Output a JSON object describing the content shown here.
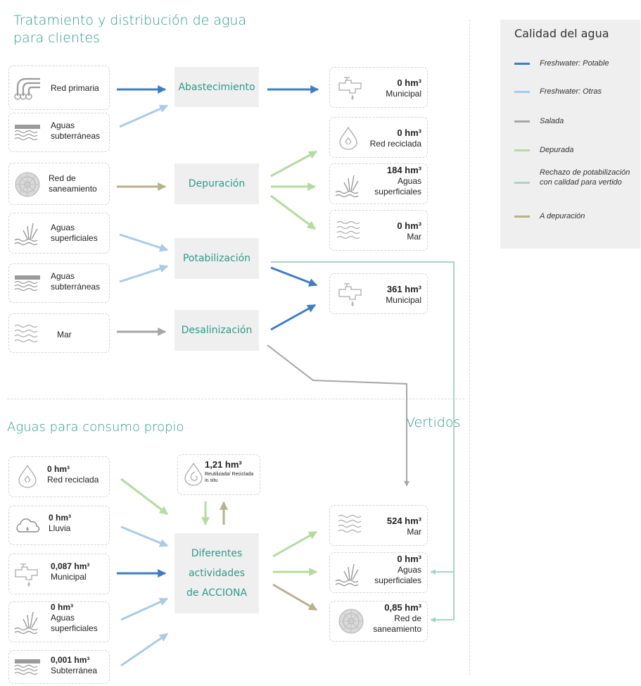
{
  "titles": {
    "treatment": "Tratamiento y distribución de agua para clientes",
    "own": "Aguas para consumo propio",
    "vertidos": "Vertidos"
  },
  "legend": {
    "title": "Calidad del agua",
    "items": [
      {
        "label": "Freshwater: Potable",
        "color": "#3e7cc4"
      },
      {
        "label": "Freshwater: Otras",
        "color": "#a9cbe8"
      },
      {
        "label": "Salada",
        "color": "#a6a6a6"
      },
      {
        "label": "Depurada",
        "color": "#b4dba0"
      },
      {
        "label": "Rechazo de potabilización con calidad para vertido",
        "color": "#a9d4c8"
      },
      {
        "label": "A depuración",
        "color": "#b8b08f"
      }
    ]
  },
  "sources_top": [
    {
      "label": "Red primaria",
      "icon": "pipes-icon"
    },
    {
      "label": "Aguas subterráneas",
      "icon": "groundwater-icon"
    },
    {
      "label": "Red de saneamiento",
      "icon": "manhole-icon"
    },
    {
      "label": "Aguas superficiales",
      "icon": "reeds-icon"
    },
    {
      "label": "Aguas subterráneas",
      "icon": "groundwater-icon"
    },
    {
      "label": "Mar",
      "icon": "waves-icon"
    }
  ],
  "processes": {
    "abastecimiento": "Abastecimiento",
    "depuracion": "Depuración",
    "potabilizacion": "Potabilización",
    "desalinizacion": "Desalinización",
    "acciona": "Diferentes actividades de ACCIONA"
  },
  "outputs_top": [
    {
      "value": "0 hm³",
      "label": "Municipal",
      "icon": "tap-icon"
    },
    {
      "value": "0 hm³",
      "label": "Red reciclada",
      "icon": "recycled-drop-icon"
    },
    {
      "value": "184 hm³",
      "label": "Aguas superficiales",
      "icon": "reeds-icon"
    },
    {
      "value": "0 hm³",
      "label": "Mar",
      "icon": "waves-icon"
    },
    {
      "value": "361 hm³",
      "label": "Municipal",
      "icon": "tap-icon"
    }
  ],
  "recycled_in_situ": {
    "value": "1,21 hm³",
    "label": "Reutilizada/ Reciclada in situ"
  },
  "sources_own": [
    {
      "value": "0 hm³",
      "label": "Red reciclada",
      "icon": "recycled-drop-icon"
    },
    {
      "value": "0 hm³",
      "label": "Lluvia",
      "icon": "cloud-icon"
    },
    {
      "value": "0,087 hm³",
      "label": "Municipal",
      "icon": "tap-icon"
    },
    {
      "value": "0 hm³",
      "label": "Aguas superficiales",
      "icon": "reeds-icon"
    },
    {
      "value": "0,001 hm³",
      "label": "Subterránea",
      "icon": "groundwater-icon"
    }
  ],
  "outputs_own": [
    {
      "value": "524 hm³",
      "label": "Mar",
      "icon": "waves-icon"
    },
    {
      "value": "0 hm³",
      "label": "Aguas superficiales",
      "icon": "reeds-icon"
    },
    {
      "value": "0,85 hm³",
      "label": "Red de saneamiento",
      "icon": "manhole-icon"
    }
  ]
}
